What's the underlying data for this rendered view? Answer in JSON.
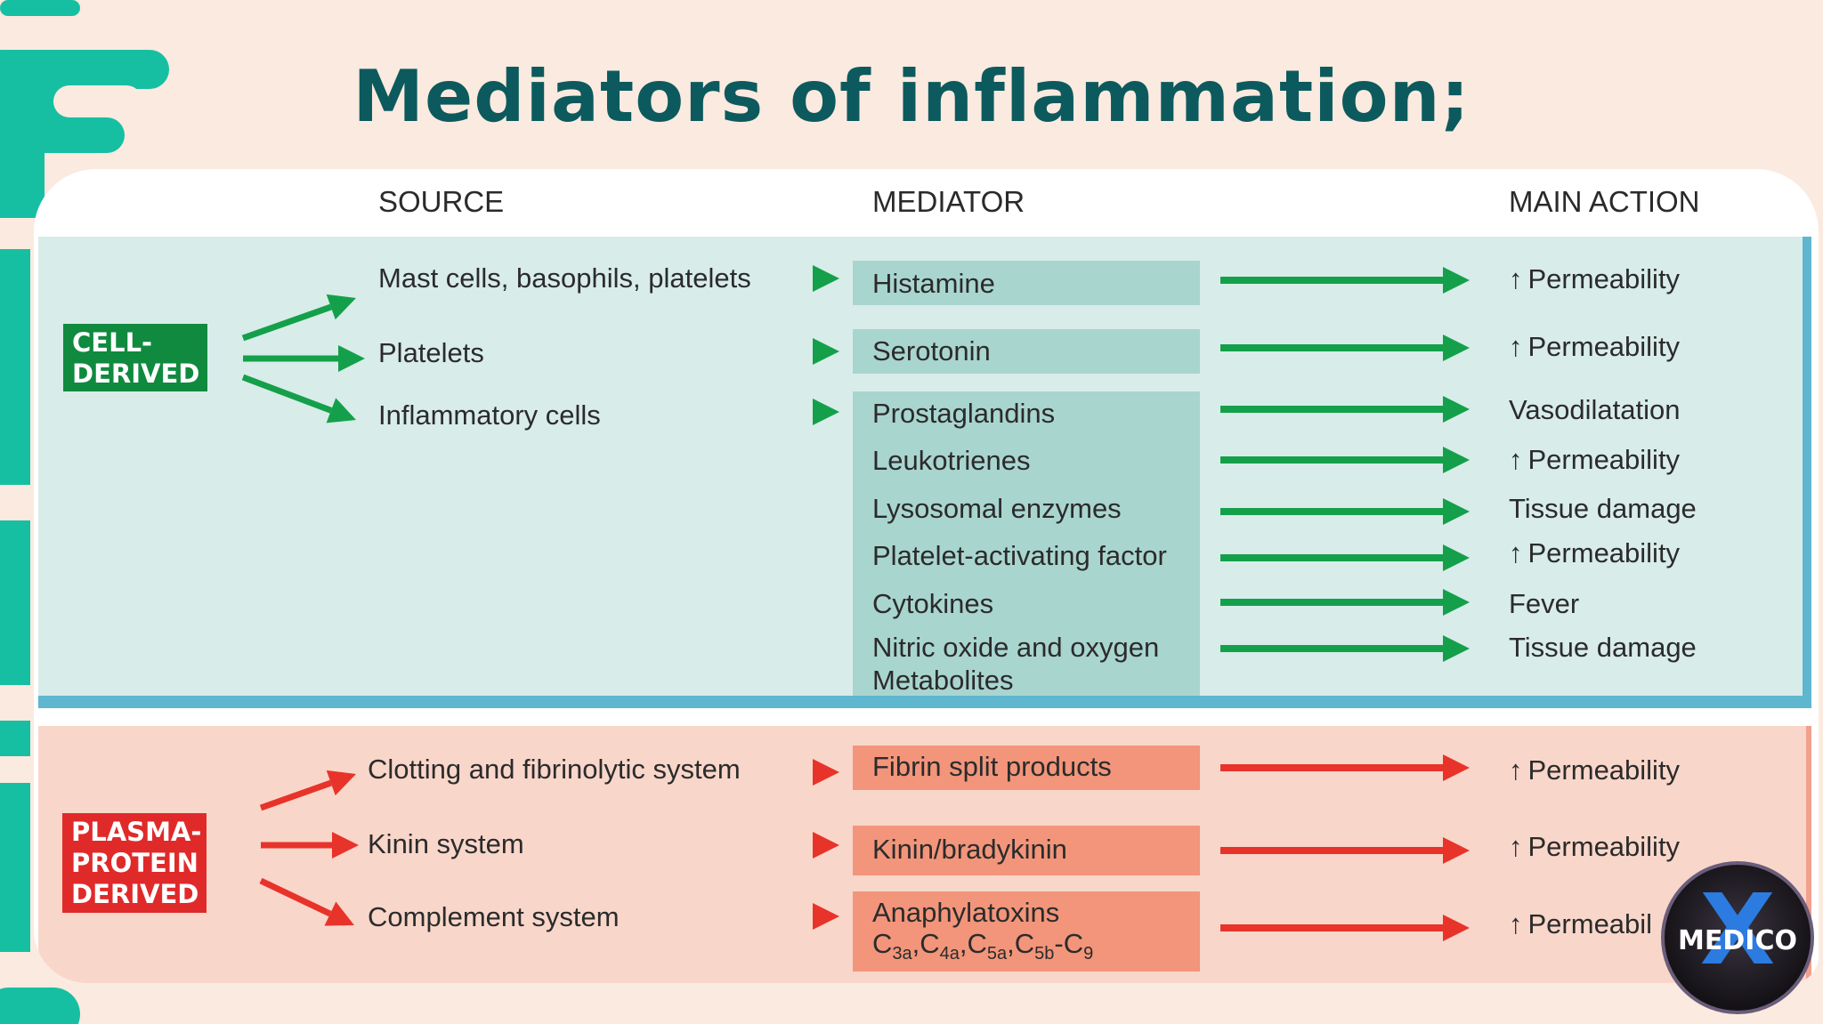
{
  "title": "Mediators of inflammation;",
  "headers": {
    "source": "SOURCE",
    "mediator": "MEDIATOR",
    "action": "MAIN ACTION"
  },
  "cell_derived": {
    "label_line1": "CELL-",
    "label_line2": "DERIVED",
    "color": "#0f8a3e",
    "sources": [
      "Mast cells, basophils, platelets",
      "Platelets",
      "Inflammatory cells"
    ],
    "mediators": [
      "Histamine",
      "Serotonin",
      "Prostaglandins",
      "Leukotrienes",
      "Lysosomal enzymes",
      "Platelet-activating factor",
      "Cytokines",
      "Nitric oxide and oxygen",
      "Metabolites"
    ],
    "actions": [
      "Permeability",
      "Permeability",
      "Vasodilatation",
      "Permeability",
      "Tissue damage",
      "Permeability",
      "Fever",
      "Tissue damage"
    ]
  },
  "plasma_derived": {
    "label_line1": "PLASMA-",
    "label_line2": "PROTEIN",
    "label_line3": "DERIVED",
    "color": "#e02a2a",
    "sources": [
      "Clotting and fibrinolytic system",
      "Kinin system",
      "Complement system"
    ],
    "mediators": [
      "Fibrin split products",
      "Kinin/bradykinin",
      "Anaphylatoxins"
    ],
    "complement_parts": [
      "C",
      "3a",
      ",C",
      "4a",
      ",C",
      "5a",
      ",C",
      "5b",
      "-C",
      "9"
    ],
    "actions": [
      "Permeability",
      "Permeability",
      "Permeabil"
    ]
  },
  "up_arrow": "↑",
  "logo": {
    "text": "MEDICO",
    "mark": "X"
  },
  "colors": {
    "teal": "#17bfa2",
    "title": "#0c5a5e",
    "green_arrow": "#14a04a",
    "red_arrow": "#e8332a"
  }
}
